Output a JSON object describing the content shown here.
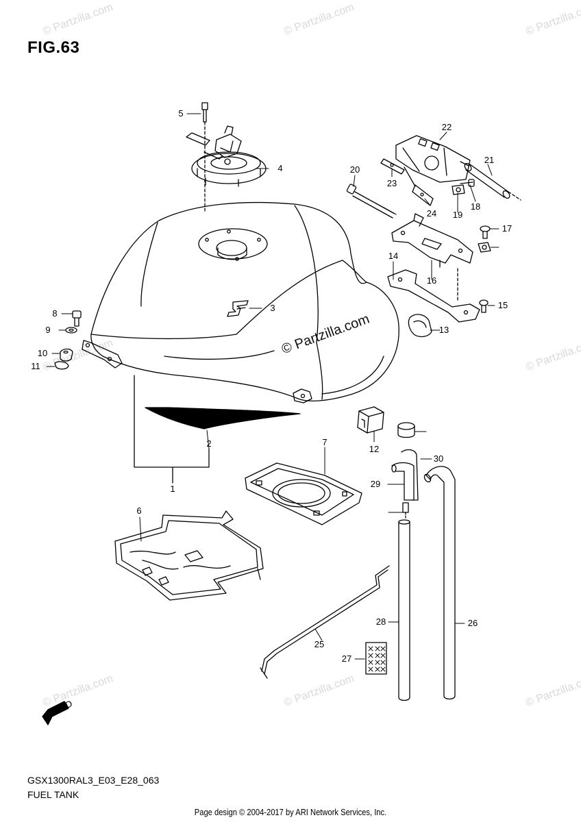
{
  "figure": {
    "title": "FIG.63"
  },
  "model": {
    "code": "GSX1300RAL3_E03_E28_063",
    "name": "FUEL TANK"
  },
  "footer": {
    "text": "Page design © 2004-2017 by ARI Network Services, Inc."
  },
  "watermark": {
    "text": "© Partzilla.com",
    "color": "#d9d9d9"
  },
  "fwd_badge": {
    "text": "FWD"
  },
  "callouts": [
    {
      "label": "1",
      "part": "fuel-tank"
    },
    {
      "label": "2",
      "part": "tank-stripe-emblem"
    },
    {
      "label": "3",
      "part": "s-emblem"
    },
    {
      "label": "4",
      "part": "fuel-cap"
    },
    {
      "label": "5",
      "part": "cap-bolt"
    },
    {
      "label": "6",
      "part": "heat-insulator"
    },
    {
      "label": "7",
      "part": "pump-gasket"
    },
    {
      "label": "8",
      "part": "mount-bolt"
    },
    {
      "label": "9",
      "part": "washer"
    },
    {
      "label": "10",
      "part": "cushion"
    },
    {
      "label": "11",
      "part": "spacer"
    },
    {
      "label": "12",
      "part": "cushion-block"
    },
    {
      "label": "13",
      "part": "bumper"
    },
    {
      "label": "14",
      "part": "lower-bracket"
    },
    {
      "label": "15",
      "part": "bracket-bolt"
    },
    {
      "label": "16",
      "part": "bracket"
    },
    {
      "label": "17",
      "part": "bolt"
    },
    {
      "label": "18",
      "part": "bolt"
    },
    {
      "label": "19",
      "part": "nut"
    },
    {
      "label": "20",
      "part": "long-bolt"
    },
    {
      "label": "21",
      "part": "pivot-pin"
    },
    {
      "label": "22",
      "part": "hinge-bracket"
    },
    {
      "label": "23",
      "part": "hinge-plate"
    },
    {
      "label": "24",
      "part": "prop-rod"
    },
    {
      "label": "25",
      "part": "drain-hose"
    },
    {
      "label": "26",
      "part": "clamp-sheet"
    },
    {
      "label": "27",
      "part": "breather-hose"
    },
    {
      "label": "28",
      "part": "hose"
    },
    {
      "label": "29",
      "part": "joint"
    },
    {
      "label": "30",
      "part": "cap"
    }
  ]
}
